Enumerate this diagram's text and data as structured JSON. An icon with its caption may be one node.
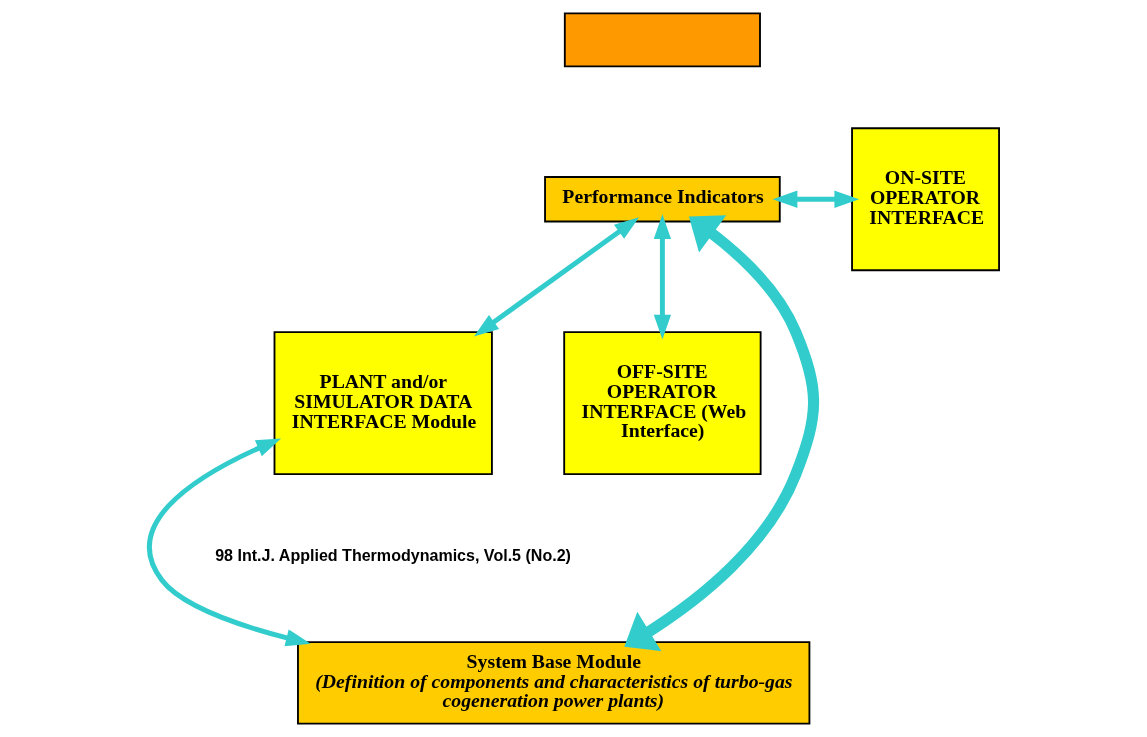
{
  "diagram": {
    "nodes": [
      {
        "text": [],
        "shape": "box"
      },
      {
        "text": [
          "Performance Indicators"
        ]
      },
      {
        "text": [
          "ON-SITE OPERATOR INTERFACE"
        ]
      },
      {
        "text": [
          "PLANT and/or SIMULATOR DATA INTERFACE Module"
        ]
      },
      {
        "text": [
          "OFF-SITE OPERATOR INTERFACE (Web Interface)"
        ]
      },
      {
        "text": [
          "System Base Module",
          "(Definition of components and characteristics of turbo-gas cogeneration power plants)"
        ]
      }
    ],
    "edges": [
      {
        "from": 1,
        "to": 2,
        "arrow": "both"
      },
      {
        "from": 1,
        "to": 3,
        "arrow": "both"
      },
      {
        "from": 1,
        "to": 5,
        "arrow": "both",
        "style": "thick"
      },
      {
        "from": 1,
        "to": 4,
        "arrow": "both"
      },
      {
        "from": 3,
        "to": 5,
        "arrow": "both"
      }
    ],
    "labels": [
      "98 Int.J. Applied Thermodynamics, Vol.5 (No.2)"
    ]
  }
}
